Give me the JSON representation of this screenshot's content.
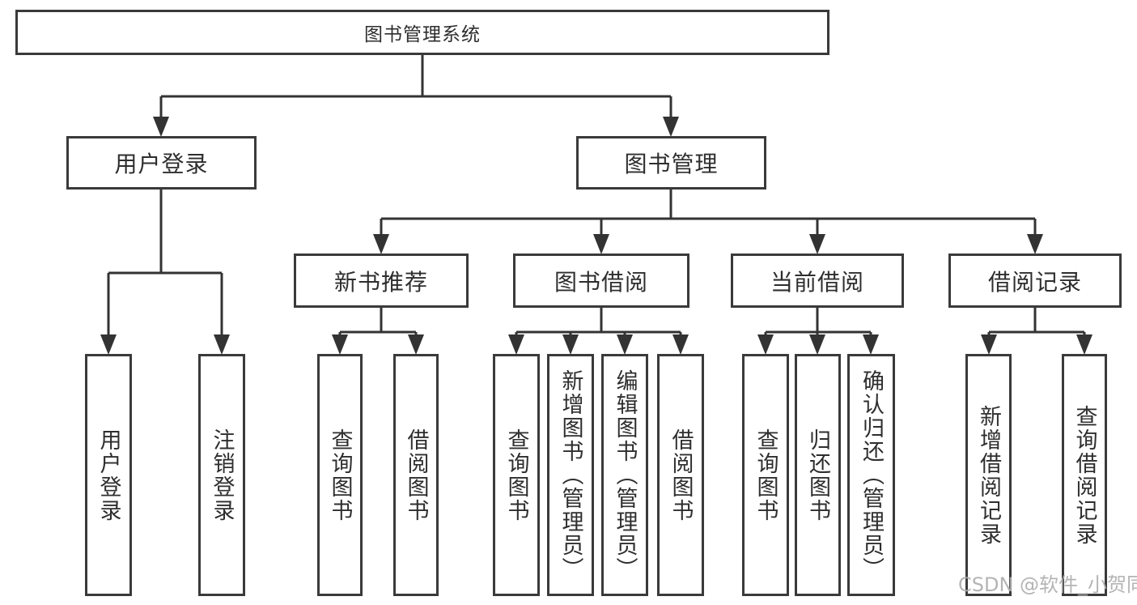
{
  "diagram": {
    "type": "hierarchy-tree",
    "colors": {
      "background": "#ffffff",
      "box_border": "#3a3a3a",
      "connector_line": "#333333",
      "text": "#2e2e2e",
      "watermark_text": "#acacac"
    }
  },
  "tree": {
    "label": "图书管理系统",
    "children": [
      {
        "label": "用户登录",
        "children": [
          {
            "label": "用户登录"
          },
          {
            "label": "注销登录"
          }
        ]
      },
      {
        "label": "图书管理",
        "children": [
          {
            "label": "新书推荐",
            "children": [
              {
                "label": "查询图书"
              },
              {
                "label": "借阅图书"
              }
            ]
          },
          {
            "label": "图书借阅",
            "children": [
              {
                "label": "查询图书"
              },
              {
                "label": "新增图书（管理员）"
              },
              {
                "label": "编辑图书（管理员）"
              },
              {
                "label": "借阅图书"
              }
            ]
          },
          {
            "label": "当前借阅",
            "children": [
              {
                "label": "查询图书"
              },
              {
                "label": "归还图书"
              },
              {
                "label": "确认归还（管理员）"
              }
            ]
          },
          {
            "label": "借阅记录",
            "children": [
              {
                "label": "新增借阅记录"
              },
              {
                "label": "查询借阅记录"
              }
            ]
          }
        ]
      }
    ]
  },
  "watermark": {
    "text": "CSDN @软件_小贺同学"
  }
}
